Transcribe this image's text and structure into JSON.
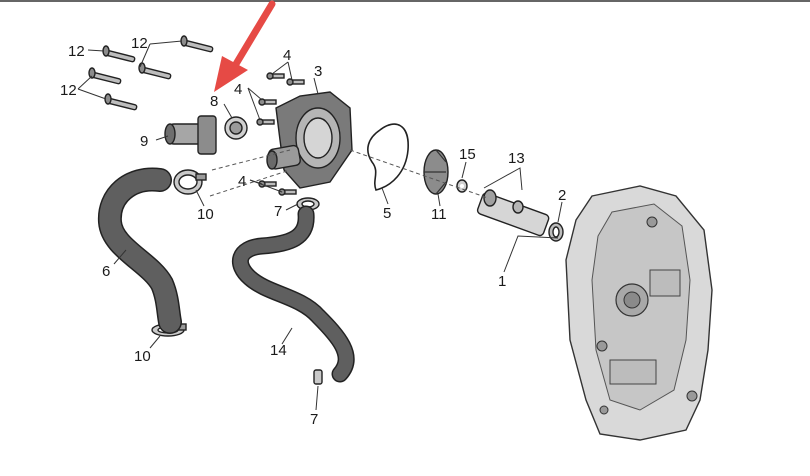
{
  "callouts": {
    "c12a": "12",
    "c12b": "12",
    "c12c": "12",
    "c4a": "4",
    "c3": "3",
    "c8": "8",
    "c4b": "4",
    "c9": "9",
    "c4c": "4",
    "c10a": "10",
    "c7a": "7",
    "c5": "5",
    "c15": "15",
    "c13": "13",
    "c11": "11",
    "c2": "2",
    "c1": "1",
    "c6": "6",
    "c10b": "10",
    "c14": "14",
    "c7b": "7"
  },
  "colors": {
    "arrow": "#e64a45",
    "metal": "#bdbdbd",
    "metal_dark": "#8c8c8c",
    "hose": "#5f5f5f",
    "housing": "#7a7a7a",
    "cover": "#d9d9d9"
  }
}
